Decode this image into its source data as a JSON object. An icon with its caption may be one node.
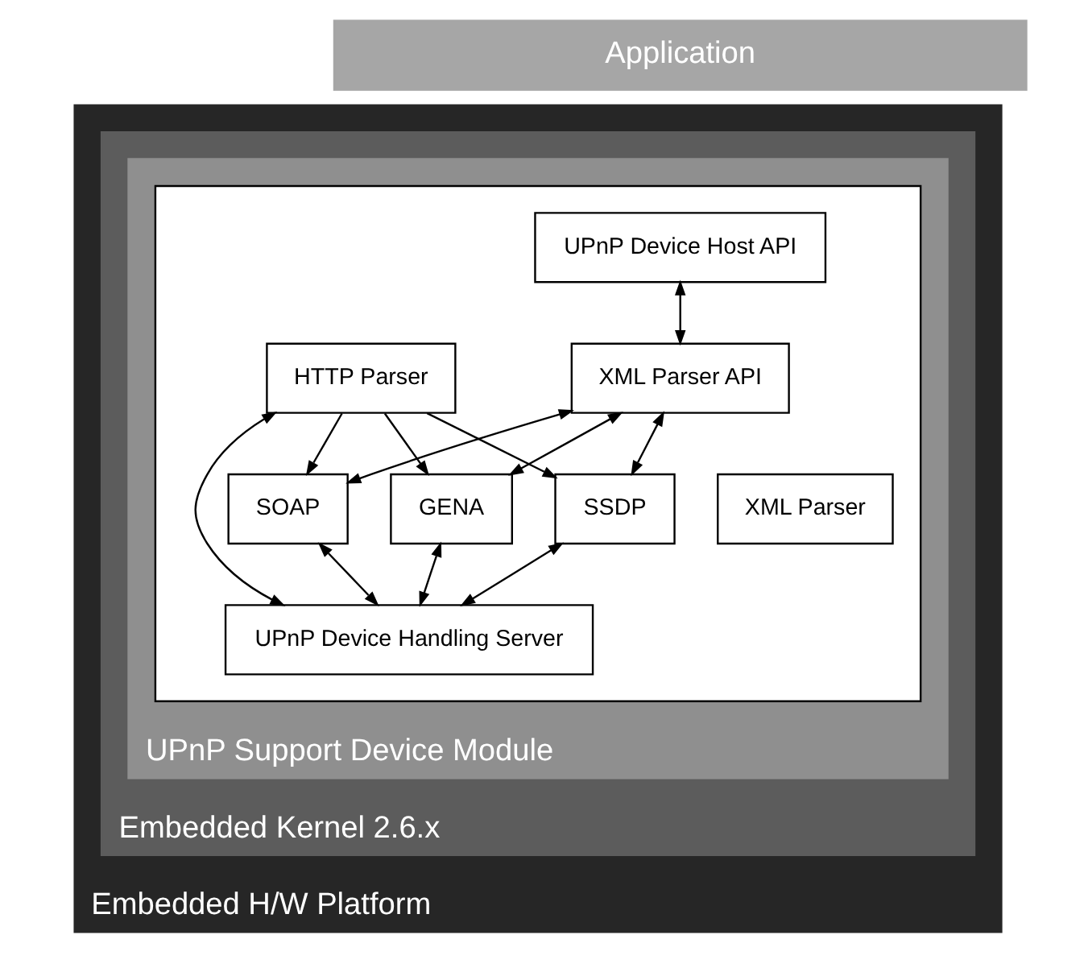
{
  "diagram": {
    "nodes": [
      {
        "text": [
          "Application"
        ]
      },
      {
        "text": [
          "Embedded H/W Platform"
        ]
      },
      {
        "text": [
          "Embedded Kernel 2.6.x"
        ],
        "in": 1
      },
      {
        "text": [
          "UPnP Support Device Module"
        ],
        "in": 2
      },
      {
        "text": [],
        "shape": "box",
        "in": 3
      },
      {
        "text": [
          "UPnP Device Host API"
        ],
        "in": 4
      },
      {
        "text": [
          "XML Parser API"
        ],
        "in": 4
      },
      {
        "text": [
          "XML Parser"
        ],
        "in": 4
      },
      {
        "text": [
          "SOAP"
        ],
        "in": 4
      },
      {
        "text": [
          "GENA"
        ],
        "in": 4
      },
      {
        "text": [
          "SSDP"
        ],
        "in": 4
      },
      {
        "text": [
          "HTTP Parser"
        ],
        "in": 4
      },
      {
        "text": [
          "UPnP Device Handling Server"
        ],
        "in": 4
      }
    ],
    "edges": [
      {
        "from": 5,
        "to": 6,
        "arrow": "both"
      },
      {
        "from": 6,
        "to": 8,
        "arrow": "both"
      },
      {
        "from": 6,
        "to": 9,
        "arrow": "both"
      },
      {
        "from": 6,
        "to": 10,
        "arrow": "both"
      },
      {
        "from": 11,
        "to": 8,
        "arrow": "to"
      },
      {
        "from": 11,
        "to": 9,
        "arrow": "to"
      },
      {
        "from": 11,
        "to": 10,
        "arrow": "to"
      },
      {
        "from": 8,
        "to": 12,
        "arrow": "both"
      },
      {
        "from": 9,
        "to": 12,
        "arrow": "both"
      },
      {
        "from": 10,
        "to": 12,
        "arrow": "both"
      },
      {
        "from": 11,
        "to": 12,
        "arrow": "both"
      }
    ]
  }
}
